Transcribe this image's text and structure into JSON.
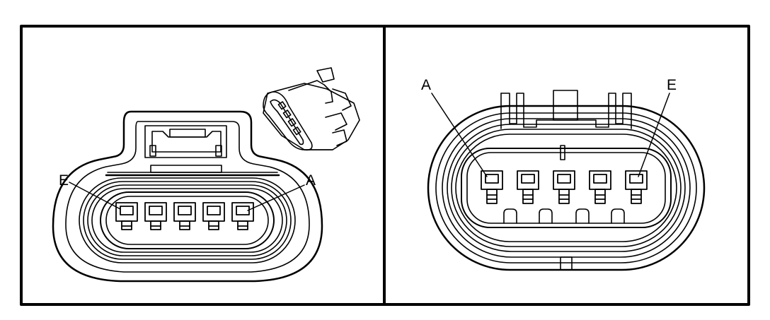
{
  "left_panel": {
    "labels": {
      "pin_e": "E",
      "pin_a": "A"
    },
    "pin_count": 5
  },
  "right_panel": {
    "labels": {
      "pin_a": "A",
      "pin_e": "E"
    },
    "pin_count": 5
  },
  "colors": {
    "line": "#000000",
    "background": "#ffffff"
  }
}
